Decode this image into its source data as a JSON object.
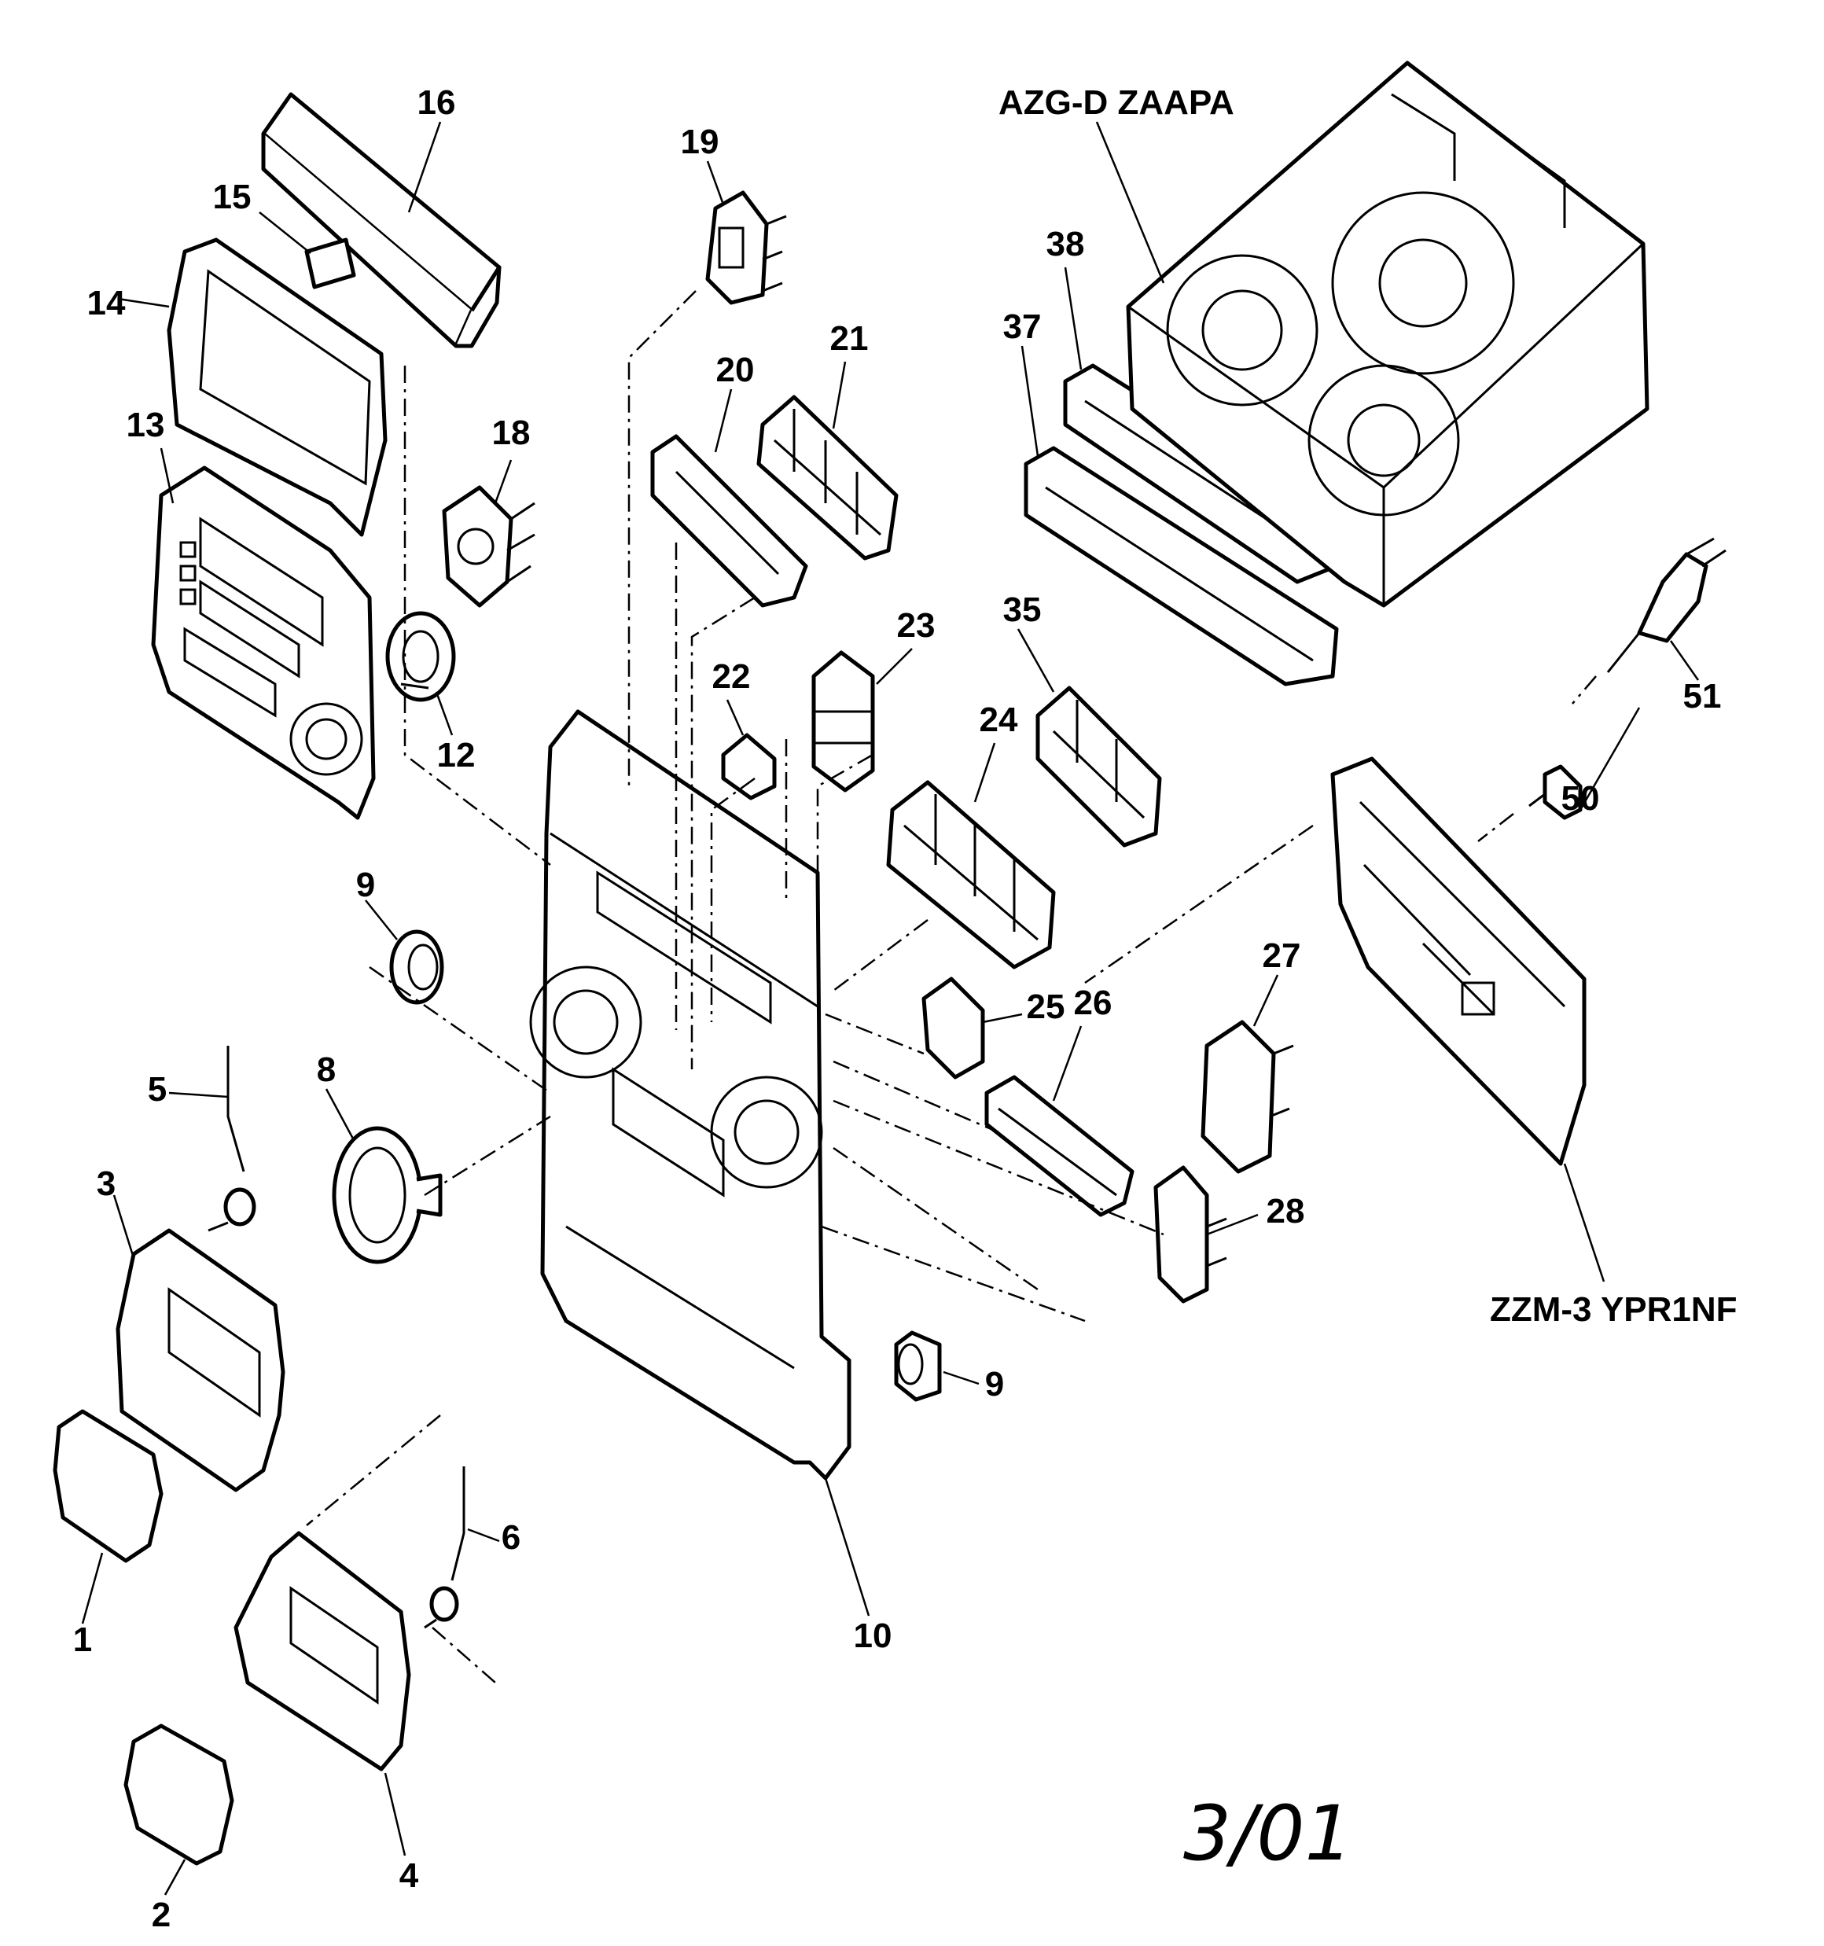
{
  "callouts": {
    "c1": "1",
    "c2": "2",
    "c3": "3",
    "c4": "4",
    "c5": "5",
    "c6": "6",
    "c8": "8",
    "c9a": "9",
    "c9b": "9",
    "c10": "10",
    "c12": "12",
    "c13": "13",
    "c14": "14",
    "c15": "15",
    "c16": "16",
    "c18": "18",
    "c19": "19",
    "c20": "20",
    "c21": "21",
    "c22": "22",
    "c23": "23",
    "c24": "24",
    "c25": "25",
    "c26": "26",
    "c27": "27",
    "c28": "28",
    "c35": "35",
    "c37": "37",
    "c38": "38",
    "c50": "50",
    "c51": "51"
  },
  "assemblies": {
    "mechanism": "AZG-D ZAAPA",
    "pcb": "ZZM-3 YPR1NF"
  },
  "date_mark": "3/01"
}
